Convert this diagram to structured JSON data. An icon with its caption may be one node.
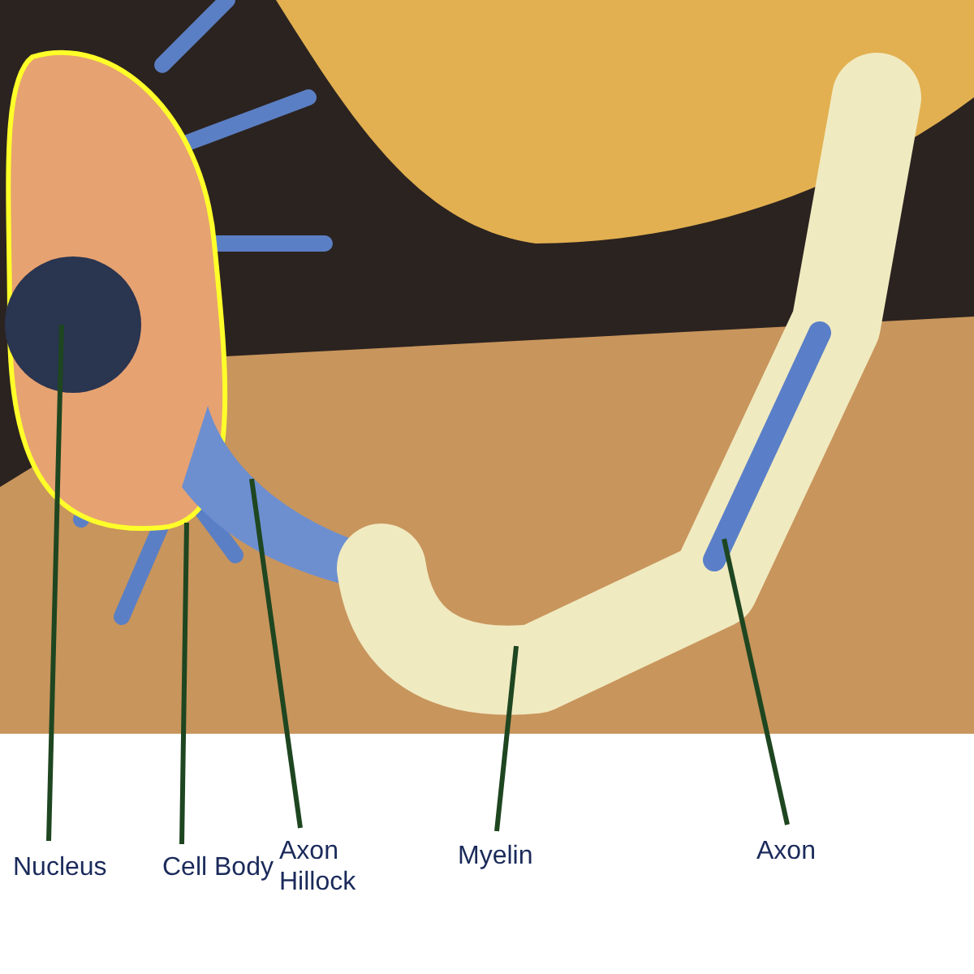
{
  "diagram": {
    "nodes": [
      {
        "text": [
          "Nucleus"
        ]
      },
      {
        "text": [
          "Cell Body"
        ]
      },
      {
        "text": [
          "Axon Hillock"
        ]
      },
      {
        "text": [
          "Myelin"
        ]
      },
      {
        "text": [
          "Axon"
        ]
      },
      {
        "text": [],
        "shape": "circle",
        "in": 6
      },
      {
        "text": [],
        "shape": "picture"
      },
      {
        "text": [],
        "shape": "picture"
      },
      {
        "text": [],
        "shape": "picture"
      },
      {
        "text": [],
        "shape": "picture",
        "in": 8
      }
    ],
    "edges": [
      {
        "from": 0,
        "to": 5,
        "arrow": "none"
      },
      {
        "from": 1,
        "to": 6,
        "arrow": "none"
      },
      {
        "from": 2,
        "to": 7,
        "arrow": "none"
      },
      {
        "from": 3,
        "to": 8,
        "arrow": "none"
      },
      {
        "from": 4,
        "to": 9,
        "arrow": "none"
      }
    ]
  }
}
